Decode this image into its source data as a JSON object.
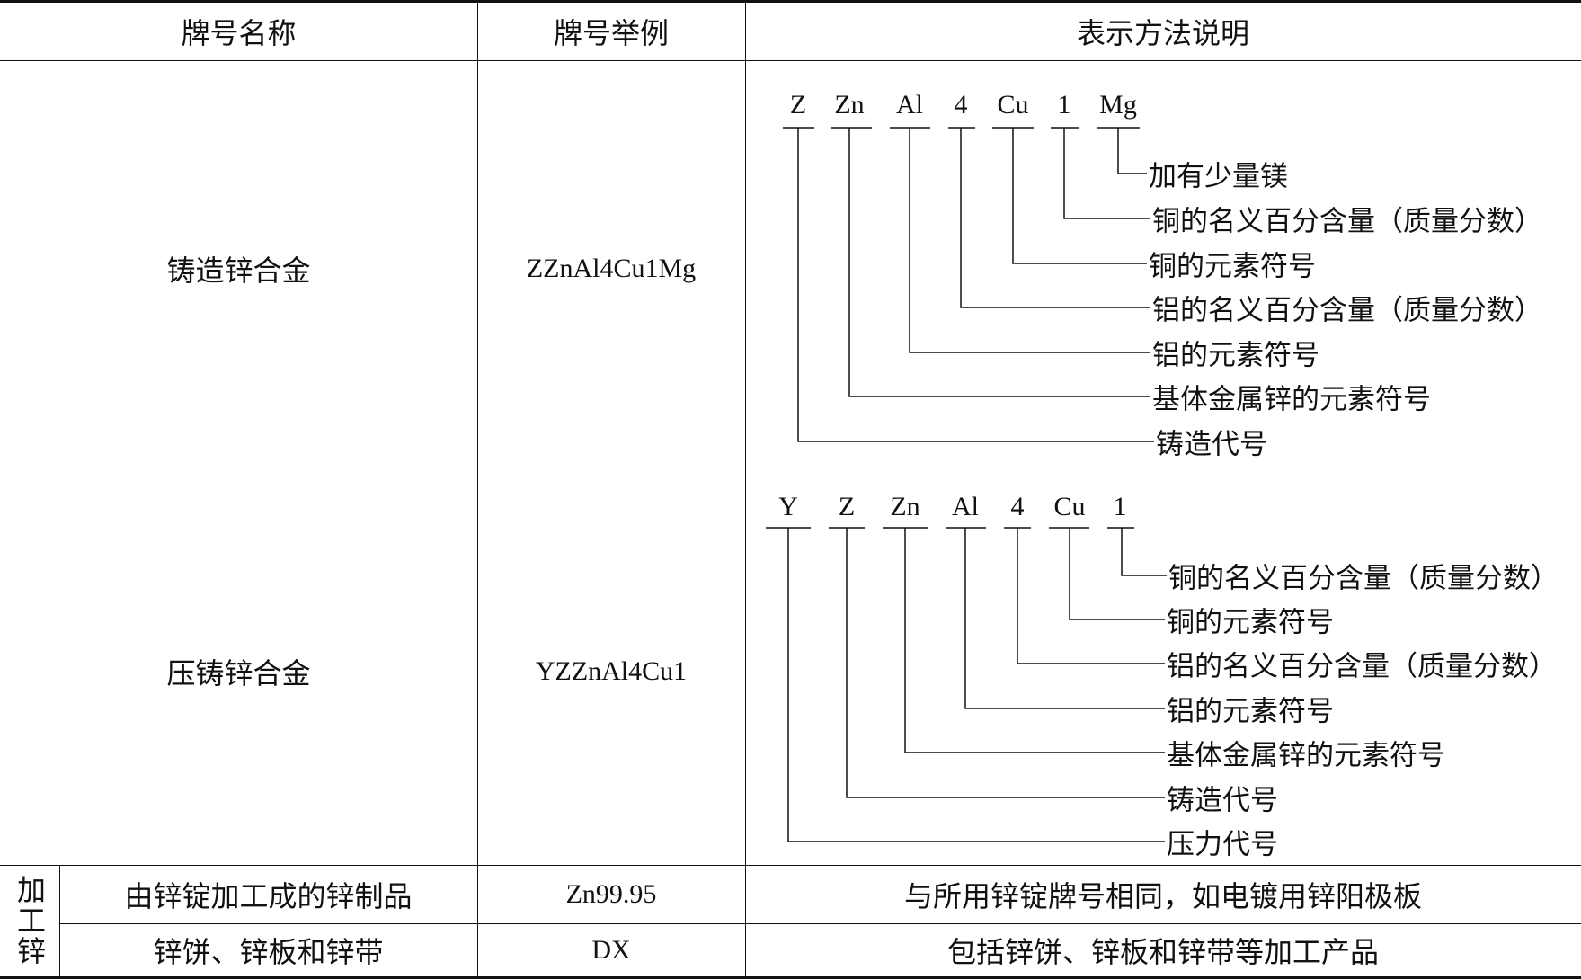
{
  "table": {
    "headers": [
      "牌号名称",
      "牌号举例",
      "表示方法说明"
    ],
    "rows": [
      {
        "name": "铸造锌合金",
        "example": "ZZnAl4Cu1Mg",
        "symbols": [
          "Z",
          "Zn",
          "Al",
          "4",
          "Cu",
          "1",
          "Mg"
        ],
        "labels": [
          "加有少量镁",
          "铜的名义百分含量（质量分数）",
          "铜的元素符号",
          "铝的名义百分含量（质量分数）",
          "铝的元素符号",
          "基体金属锌的元素符号",
          "铸造代号"
        ]
      },
      {
        "name": "压铸锌合金",
        "example": "YZZnAl4Cu1",
        "symbols": [
          "Y",
          "Z",
          "Zn",
          "Al",
          "4",
          "Cu",
          "1"
        ],
        "labels": [
          "铜的名义百分含量（质量分数）",
          "铜的元素符号",
          "铝的名义百分含量（质量分数）",
          "铝的元素符号",
          "基体金属锌的元素符号",
          "铸造代号",
          "压力代号"
        ]
      }
    ],
    "group_label": "加工锌",
    "group_rows": [
      {
        "name": "由锌锭加工成的锌制品",
        "example": "Zn99.95",
        "desc": "与所用锌锭牌号相同，如电镀用锌阳极板"
      },
      {
        "name": "锌饼、锌板和锌带",
        "example": "DX",
        "desc": "包括锌饼、锌板和锌带等加工产品"
      }
    ]
  }
}
